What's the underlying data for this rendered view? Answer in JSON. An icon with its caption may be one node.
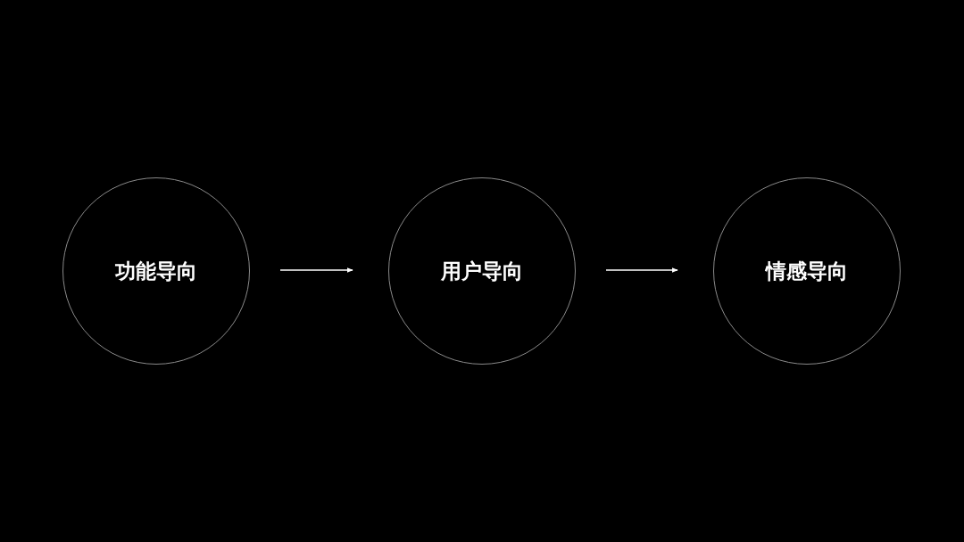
{
  "diagram": {
    "nodes": [
      {
        "text": [
          "功能导向"
        ]
      },
      {
        "text": [
          "用户导向"
        ]
      },
      {
        "text": [
          "情感导向"
        ]
      }
    ],
    "edges": [
      {
        "from": 0,
        "to": 1,
        "arrow": "to"
      },
      {
        "from": 1,
        "to": 2,
        "arrow": "to"
      }
    ]
  }
}
